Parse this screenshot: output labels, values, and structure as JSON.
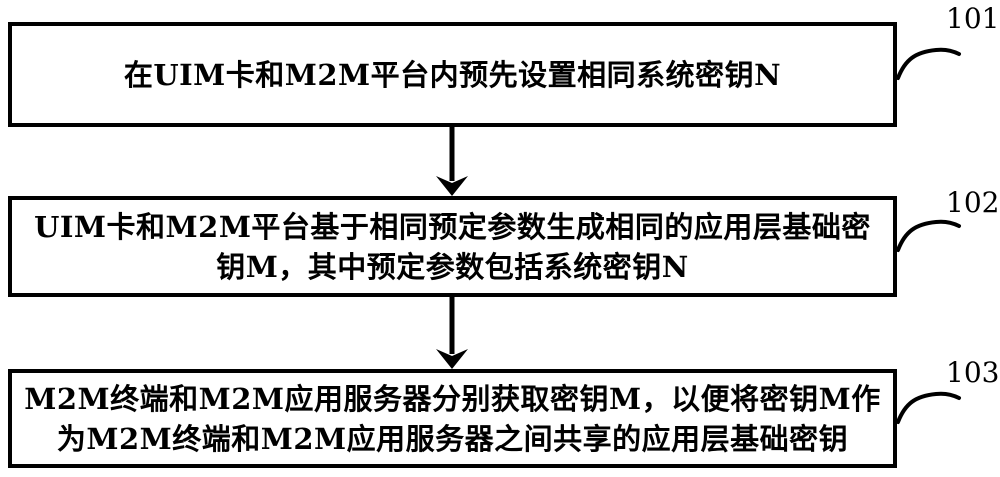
{
  "diagram": {
    "type": "flowchart",
    "background_color": "#ffffff",
    "ink_color": "#000000",
    "steps": [
      {
        "ref": "101",
        "lines": [
          "在UIM卡和M2M平台内预先设置相同系统密钥N"
        ]
      },
      {
        "ref": "102",
        "lines": [
          "UIM卡和M2M平台基于相同预定参数生成相同的应用层基础密",
          "钥M，其中预定参数包括系统密钥N"
        ]
      },
      {
        "ref": "103",
        "lines": [
          "M2M终端和M2M应用服务器分别获取密钥M，以便将密钥M作",
          "为M2M终端和M2M应用服务器之间共享的应用层基础密钥"
        ]
      }
    ],
    "connectors": [
      {
        "name": "arrow-101-to-102",
        "direction": "down"
      },
      {
        "name": "arrow-102-to-103",
        "direction": "down"
      }
    ]
  }
}
